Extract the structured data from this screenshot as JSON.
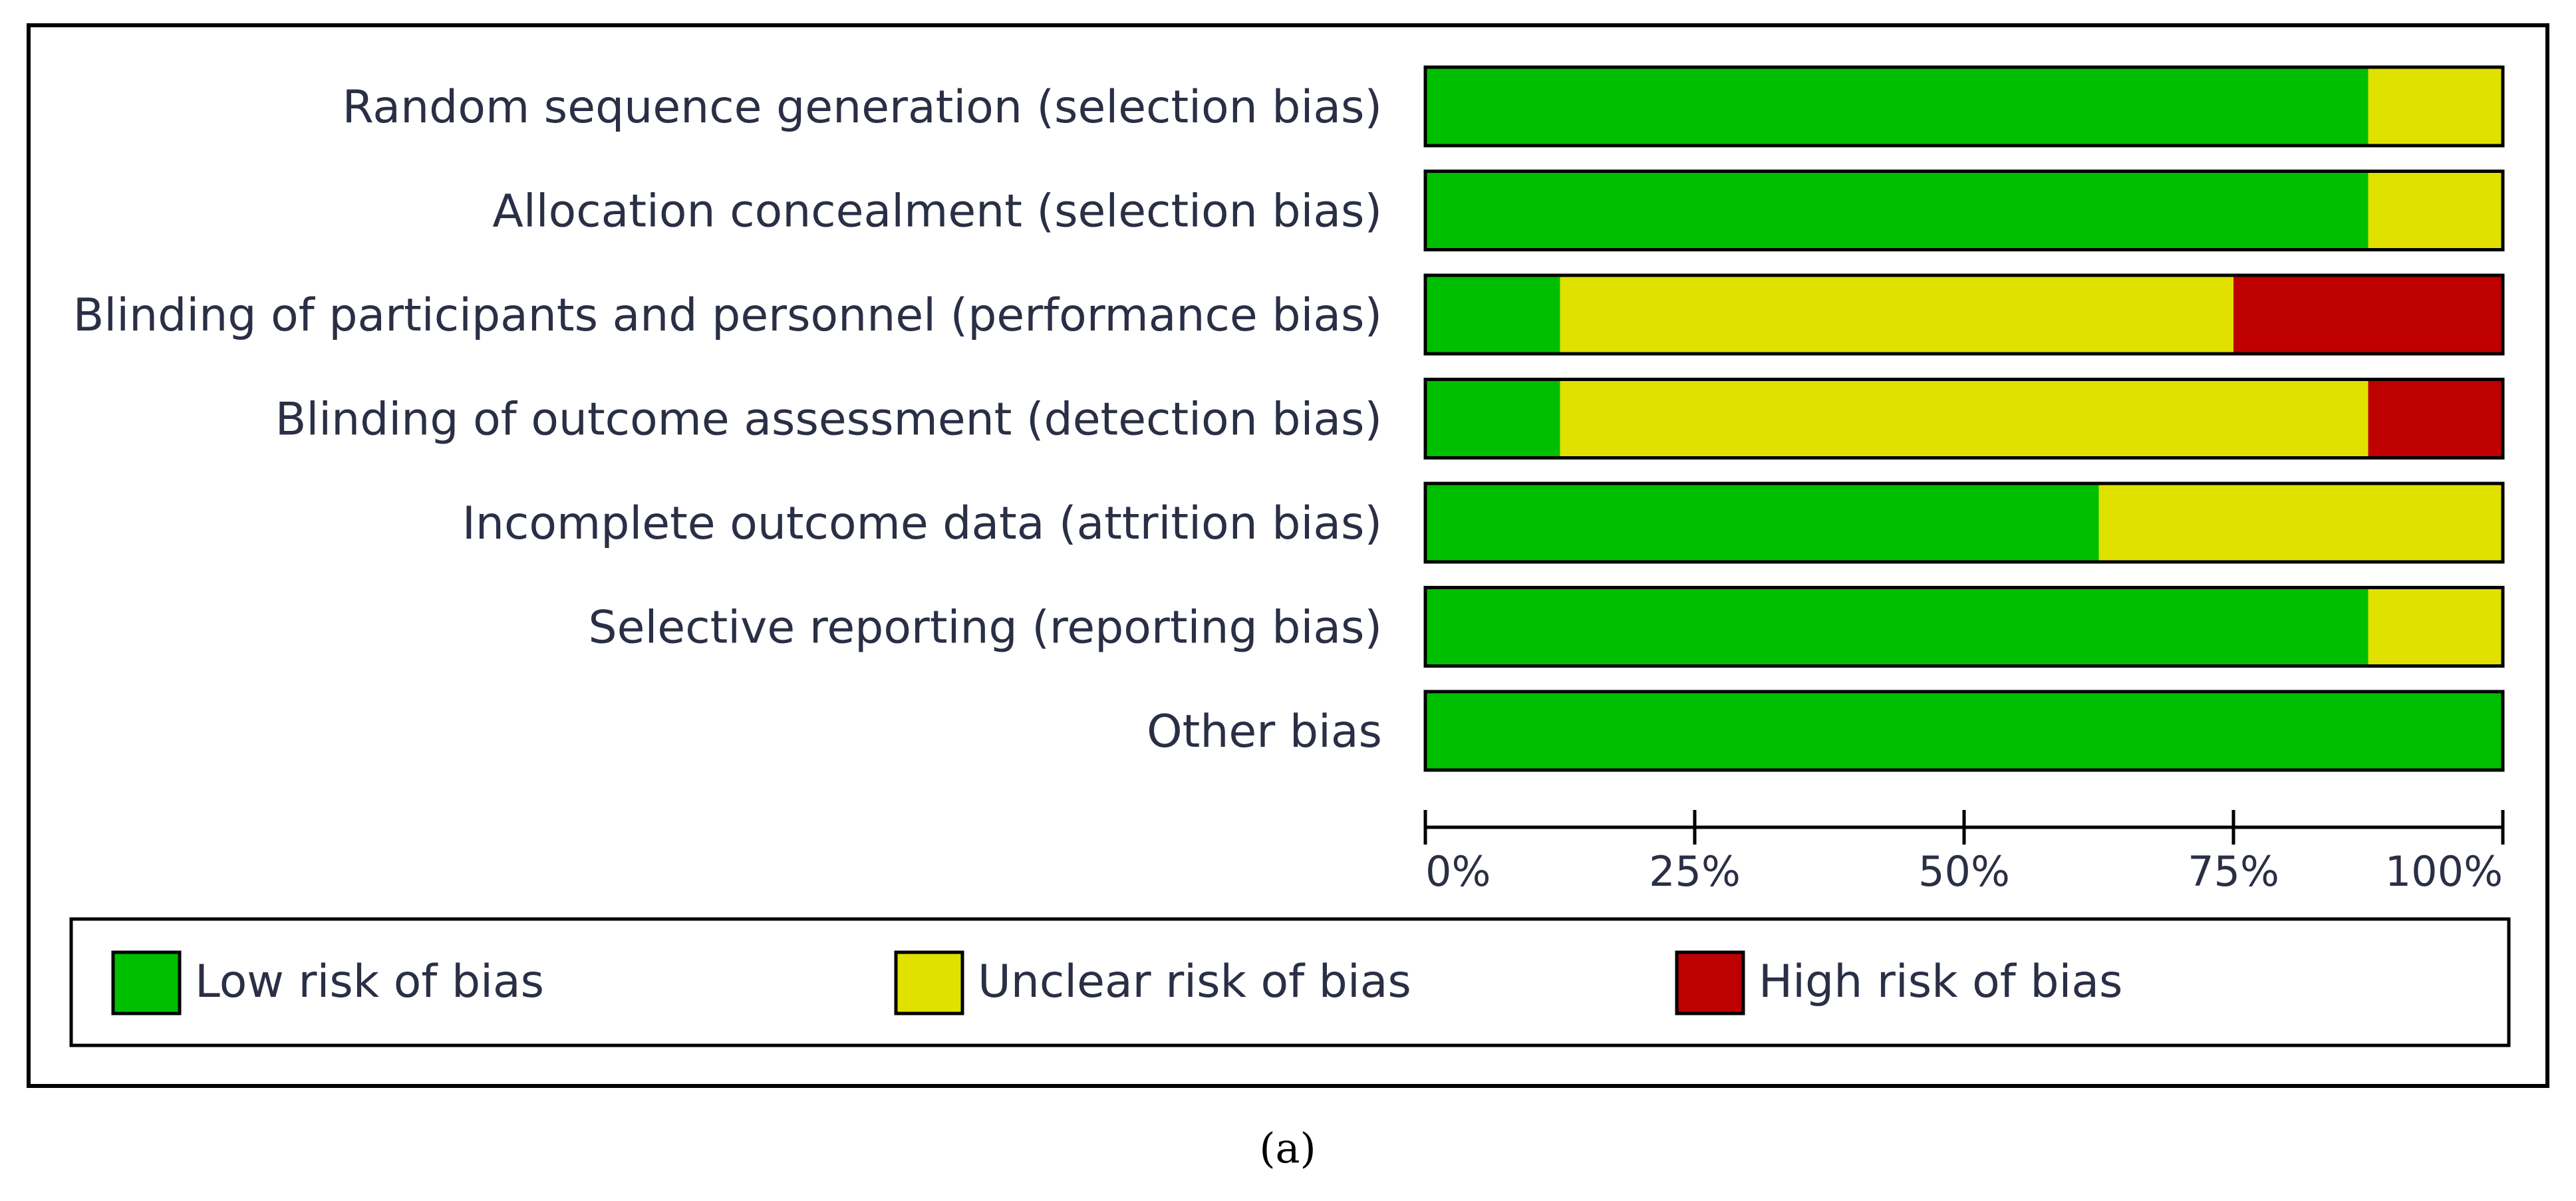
{
  "chart_data": {
    "type": "bar",
    "stacked": true,
    "orientation": "horizontal",
    "categories": [
      "Random sequence generation (selection bias)",
      "Allocation concealment (selection bias)",
      "Blinding of participants and personnel (performance bias)",
      "Blinding of outcome assessment (detection bias)",
      "Incomplete outcome data (attrition bias)",
      "Selective reporting (reporting bias)",
      "Other bias"
    ],
    "series": [
      {
        "name": "Low risk of bias",
        "color": "#00bf00",
        "values": [
          87.5,
          87.5,
          12.5,
          12.5,
          62.5,
          87.5,
          100
        ]
      },
      {
        "name": "Unclear risk of bias",
        "color": "#e1e100",
        "values": [
          12.5,
          12.5,
          62.5,
          75,
          37.5,
          12.5,
          0
        ]
      },
      {
        "name": "High risk of bias",
        "color": "#bf0000",
        "values": [
          0,
          0,
          25,
          12.5,
          0,
          0,
          0
        ]
      }
    ],
    "xlim": [
      0,
      100
    ],
    "xticks": [
      "0%",
      "25%",
      "50%",
      "75%",
      "100%"
    ],
    "legend_position": "bottom"
  },
  "caption": "(a)"
}
